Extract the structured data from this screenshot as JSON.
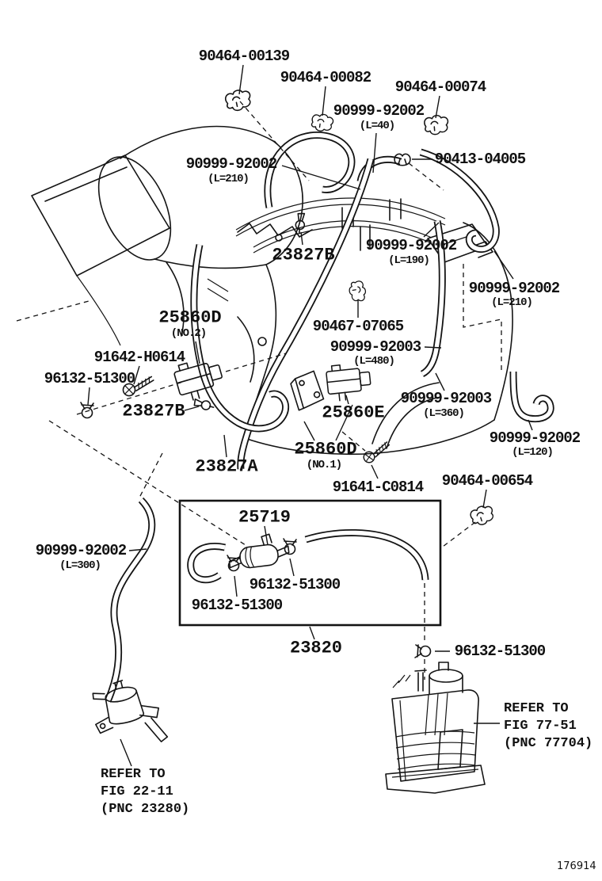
{
  "page": {
    "background": "#ffffff",
    "ink": "#141414"
  },
  "diagram": {
    "drawing_number": "176914",
    "labels": [
      {
        "id": "90464-00139",
        "text": "90464-00139"
      },
      {
        "id": "90464-00082",
        "text": "90464-00082"
      },
      {
        "id": "90464-00074",
        "text": "90464-00074"
      },
      {
        "id": "90999-92002-l40",
        "text": "90999-92002",
        "sub": "(L=40)"
      },
      {
        "id": "90413-04005",
        "text": "90413-04005"
      },
      {
        "id": "90999-92002-l210-left",
        "text": "90999-92002",
        "sub": "(L=210)"
      },
      {
        "id": "23827b-top",
        "text": "23827B"
      },
      {
        "id": "90999-92002-l190",
        "text": "90999-92002",
        "sub": "(L=190)"
      },
      {
        "id": "90999-92002-l210-right",
        "text": "90999-92002",
        "sub": "(L=210)"
      },
      {
        "id": "25860d-no2",
        "text": "25860D",
        "sub": "(NO.2)"
      },
      {
        "id": "90467-07065",
        "text": "90467-07065"
      },
      {
        "id": "90999-92003-l480",
        "text": "90999-92003",
        "sub": "(L=480)"
      },
      {
        "id": "91642-h0614",
        "text": "91642-H0614"
      },
      {
        "id": "96132-51300-left",
        "text": "96132-51300"
      },
      {
        "id": "23827b-left",
        "text": "23827B"
      },
      {
        "id": "25860e",
        "text": "25860E"
      },
      {
        "id": "90999-92003-l360",
        "text": "90999-92003",
        "sub": "(L=360)"
      },
      {
        "id": "90999-92002-l120",
        "text": "90999-92002",
        "sub": "(L=120)"
      },
      {
        "id": "25860d-no1",
        "text": "25860D",
        "sub": "(NO.1)"
      },
      {
        "id": "23827a",
        "text": "23827A"
      },
      {
        "id": "91641-c0814",
        "text": "91641-C0814"
      },
      {
        "id": "90464-00654",
        "text": "90464-00654"
      },
      {
        "id": "25719",
        "text": "25719"
      },
      {
        "id": "96132-51300-box-right",
        "text": "96132-51300"
      },
      {
        "id": "96132-51300-box-left",
        "text": "96132-51300"
      },
      {
        "id": "23820",
        "text": "23820"
      },
      {
        "id": "90999-92002-l300",
        "text": "90999-92002",
        "sub": "(L=300)"
      },
      {
        "id": "96132-51300-bottom",
        "text": "96132-51300"
      }
    ],
    "figure_notes": [
      {
        "id": "canister-note",
        "lines": [
          "REFER TO",
          "FIG 77-51",
          "(PNC 77704)"
        ]
      },
      {
        "id": "valve-note",
        "lines": [
          "REFER TO",
          "FIG 22-11",
          "(PNC 23280)"
        ]
      }
    ]
  }
}
